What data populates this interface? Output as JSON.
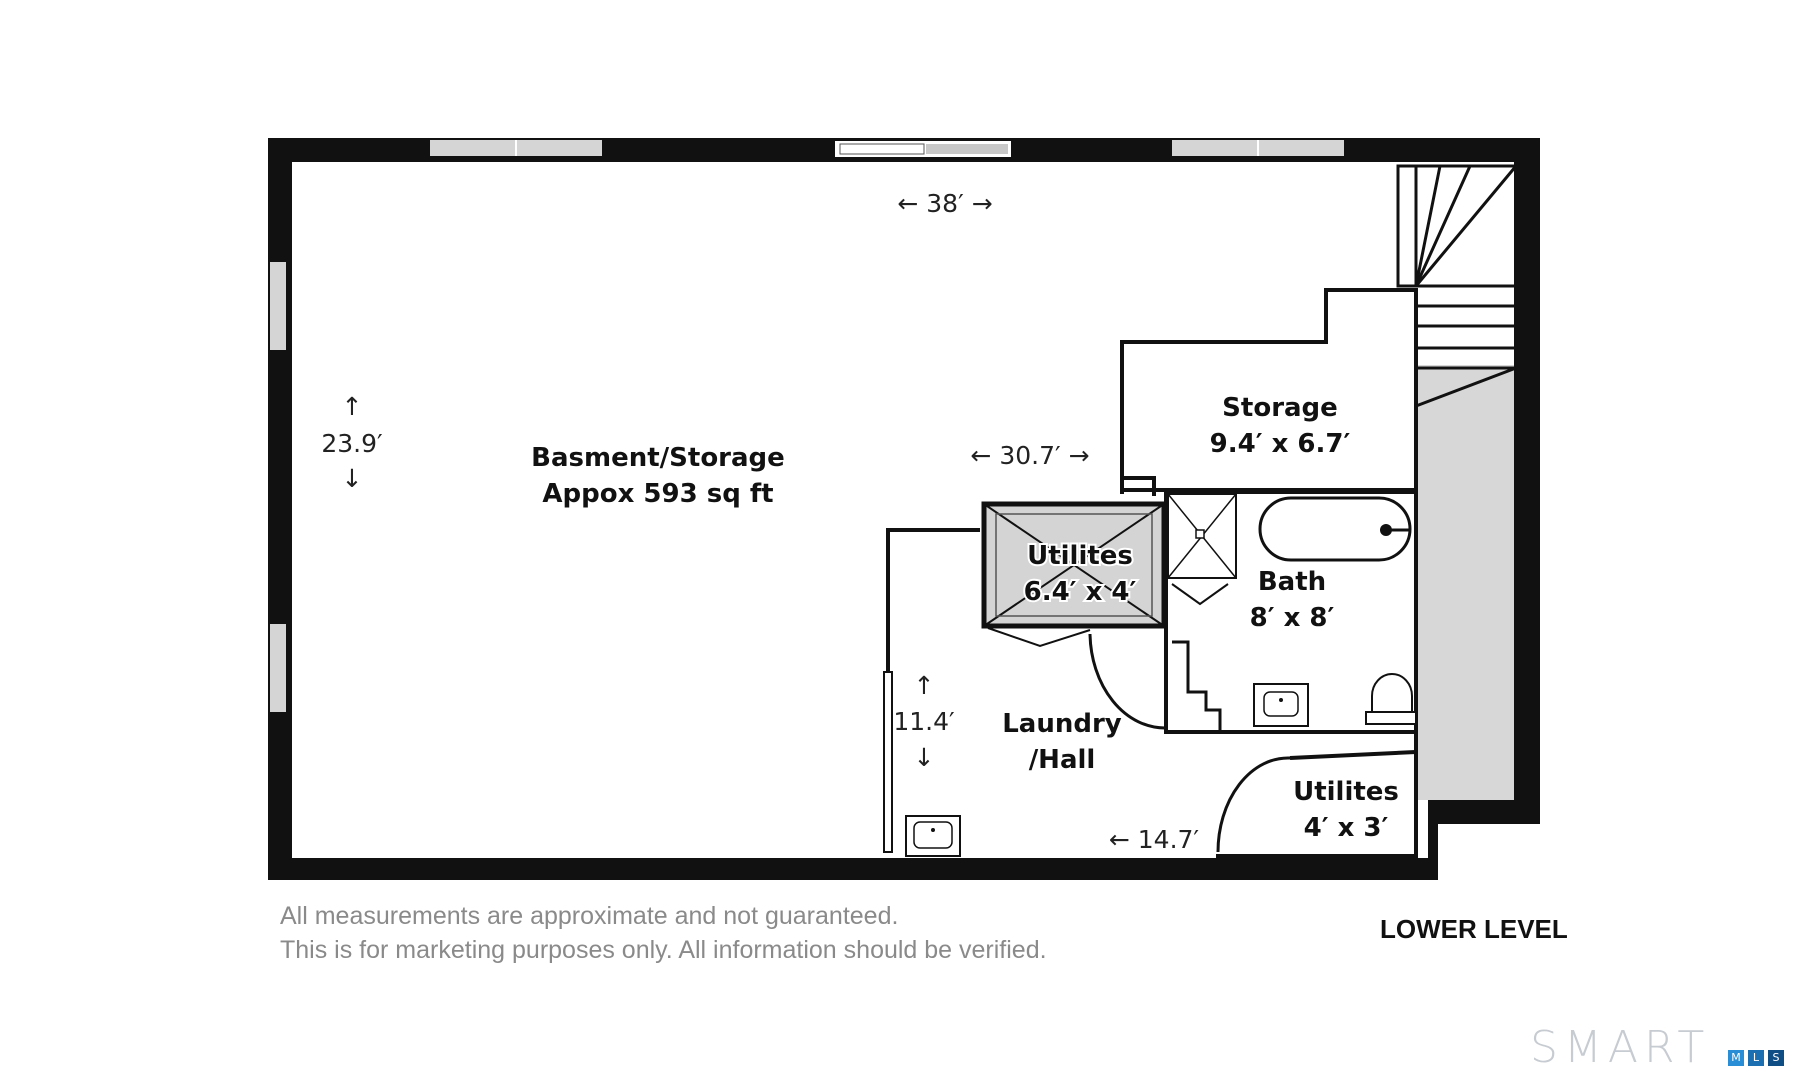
{
  "level_label": "LOWER LEVEL",
  "disclaimer": [
    "All measurements are approximate and not guaranteed.",
    "This is for marketing purposes only. All information should be verified."
  ],
  "rooms": {
    "basement": {
      "name": "Basment/Storage",
      "size": "Appox 593 sq ft"
    },
    "storage": {
      "name": "Storage",
      "size": "9.4′ x  6.7′"
    },
    "utilities_main": {
      "name": "Utilites",
      "size": "6.4′ x 4′"
    },
    "bath": {
      "name": "Bath",
      "size": "8′ x  8′"
    },
    "laundry": {
      "name": "Laundry",
      "name2": "/Hall"
    },
    "utilities_small": {
      "name": "Utilites",
      "size": "4′ x 3′"
    }
  },
  "dimensions": {
    "width_38": "← 38′ →",
    "depth_label": "23.9′",
    "span_30_7": "← 30.7′ →",
    "hall_label": "11.4′",
    "span_14_7": "← 14.7′"
  },
  "arrows": {
    "up": "↑",
    "down": "↓"
  },
  "logo": {
    "text": "SMART",
    "boxes": [
      "M",
      "L",
      "S"
    ]
  },
  "colors": {
    "wall": "#111111",
    "window": "#d5d5d5",
    "stair_fill": "#d7d7d7",
    "logo_blue_1": "#2a8ed6",
    "logo_blue_2": "#1c6fb0",
    "logo_blue_3": "#0f4d85"
  }
}
